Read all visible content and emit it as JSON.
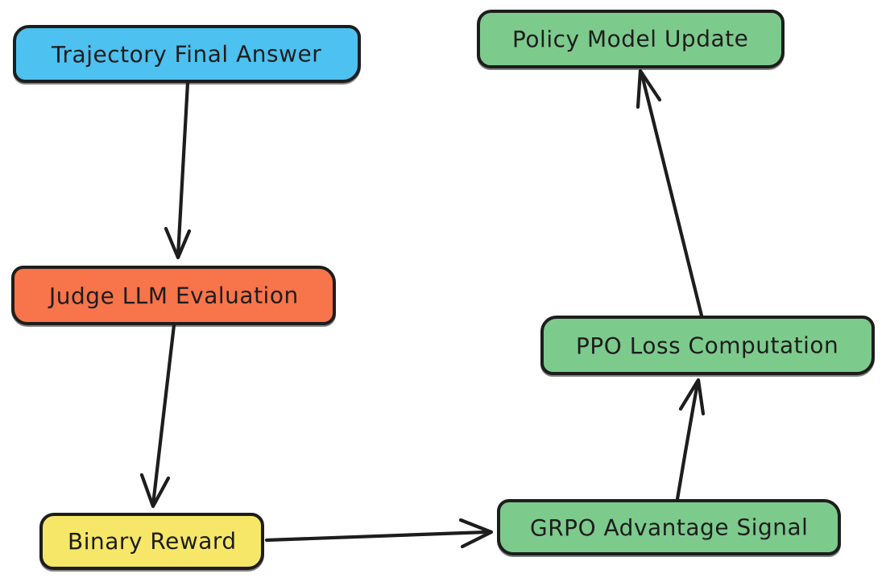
{
  "diagram": {
    "type": "flowchart",
    "background": "#ffffff",
    "stroke_color": "#1d1d1d",
    "text_color": "#1d1d1d",
    "nodes": [
      {
        "id": "trajectory-final-answer",
        "label": "Trajectory Final Answer",
        "fill": "#4DC1EF"
      },
      {
        "id": "judge-llm-evaluation",
        "label": "Judge LLM Evaluation",
        "fill": "#F8744A"
      },
      {
        "id": "binary-reward",
        "label": "Binary Reward",
        "fill": "#F6E768"
      },
      {
        "id": "grpo-advantage-signal",
        "label": "GRPO Advantage Signal",
        "fill": "#7DCA8D"
      },
      {
        "id": "ppo-loss-computation",
        "label": "PPO Loss Computation",
        "fill": "#7DCA8D"
      },
      {
        "id": "policy-model-update",
        "label": "Policy Model Update",
        "fill": "#7DCA8D"
      }
    ],
    "edges": [
      {
        "from": "Trajectory Final Answer",
        "to": "Judge LLM Evaluation",
        "direction": "down"
      },
      {
        "from": "Judge LLM Evaluation",
        "to": "Binary Reward",
        "direction": "down"
      },
      {
        "from": "Binary Reward",
        "to": "GRPO Advantage Signal",
        "direction": "right"
      },
      {
        "from": "GRPO Advantage Signal",
        "to": "PPO Loss Computation",
        "direction": "up"
      },
      {
        "from": "PPO Loss Computation",
        "to": "Policy Model Update",
        "direction": "up"
      }
    ]
  }
}
